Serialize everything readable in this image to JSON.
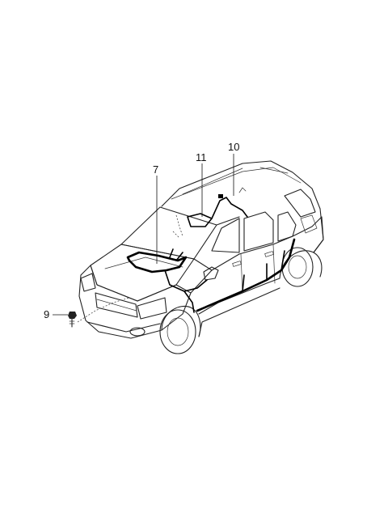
{
  "diagram": {
    "callouts": [
      {
        "id": "c7",
        "label": "7"
      },
      {
        "id": "c11",
        "label": "11"
      },
      {
        "id": "c10",
        "label": "10"
      },
      {
        "id": "c9",
        "label": "9"
      }
    ]
  }
}
